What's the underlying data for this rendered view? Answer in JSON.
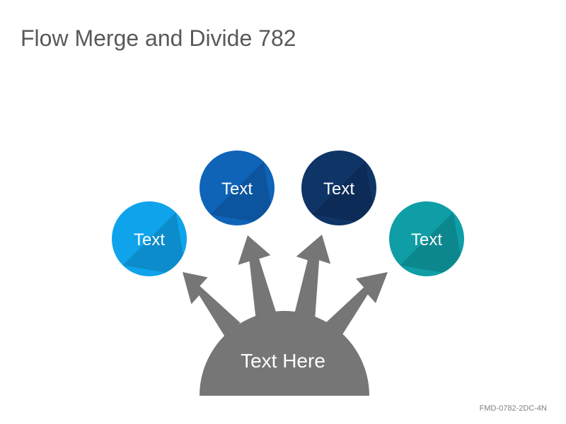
{
  "title": "Flow Merge and Divide 782",
  "hub": {
    "label": "Text Here",
    "color": "#767676"
  },
  "nodes": [
    {
      "label": "Text",
      "color": "#0fa3ec"
    },
    {
      "label": "Text",
      "color": "#0f64b8"
    },
    {
      "label": "Text",
      "color": "#0f3466"
    },
    {
      "label": "Text",
      "color": "#0f9ea6"
    }
  ],
  "footer_code": "FMD-0782-2DC-4N"
}
